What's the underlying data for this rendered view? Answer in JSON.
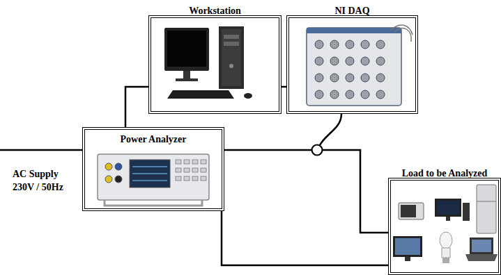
{
  "diagram": {
    "nodes": [
      {
        "text": [
          "Workstation"
        ]
      },
      {
        "text": [
          "NI DAQ"
        ]
      },
      {
        "text": [
          "Power Analyzer"
        ]
      },
      {
        "text": [
          "Load to be Analyzed"
        ]
      }
    ],
    "edges": [
      {
        "from": 2,
        "to": 0,
        "arrow": "none"
      },
      {
        "from": 0,
        "to": 1,
        "arrow": "none"
      },
      {
        "from": 2,
        "to": 3,
        "arrow": "none"
      },
      {
        "from": 2,
        "to": 3,
        "arrow": "none"
      }
    ],
    "labels": [
      "AC Supply 230V / 50Hz"
    ]
  }
}
